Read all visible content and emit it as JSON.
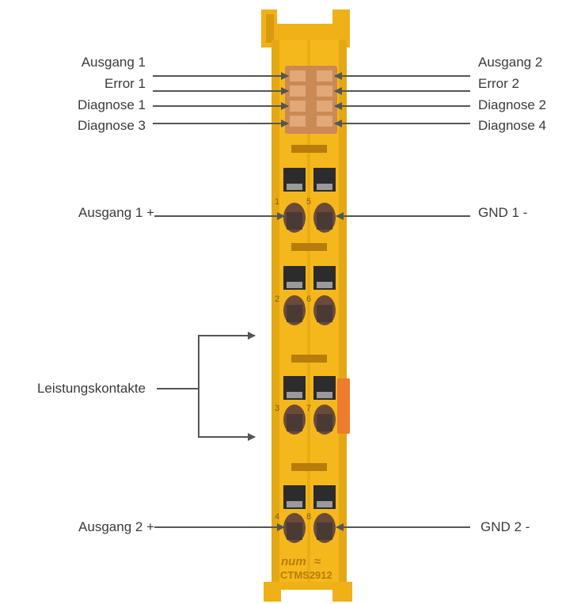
{
  "labels_left": {
    "ausgang1": "Ausgang 1",
    "error1": "Error 1",
    "diagnose1": "Diagnose 1",
    "diagnose3": "Diagnose 3",
    "ausgang1_plus": "Ausgang 1 +",
    "leistungskontakte": "Leistungskontakte",
    "ausgang2_plus": "Ausgang 2 +"
  },
  "labels_right": {
    "ausgang2": "Ausgang 2",
    "error2": "Error 2",
    "diagnose2": "Diagnose 2",
    "diagnose4": "Diagnose 4",
    "gnd1_minus": "GND 1 -",
    "gnd2_minus": "GND 2 -"
  },
  "module": {
    "brand": "num",
    "model": "CTMS2912",
    "terminal_numbers": [
      "1",
      "5",
      "2",
      "6",
      "3",
      "7",
      "4",
      "8"
    ]
  },
  "colors": {
    "housing": "#f5b81c",
    "housing_shadow": "#d99a10",
    "housing_dark": "#b87c0a",
    "led_window": "#c98a55",
    "orange_tab": "#ef7b2f",
    "slot": "#2c2c2c",
    "clamp": "#6b4a3a",
    "arrow": "#555555",
    "text": "#3a3a3a"
  }
}
